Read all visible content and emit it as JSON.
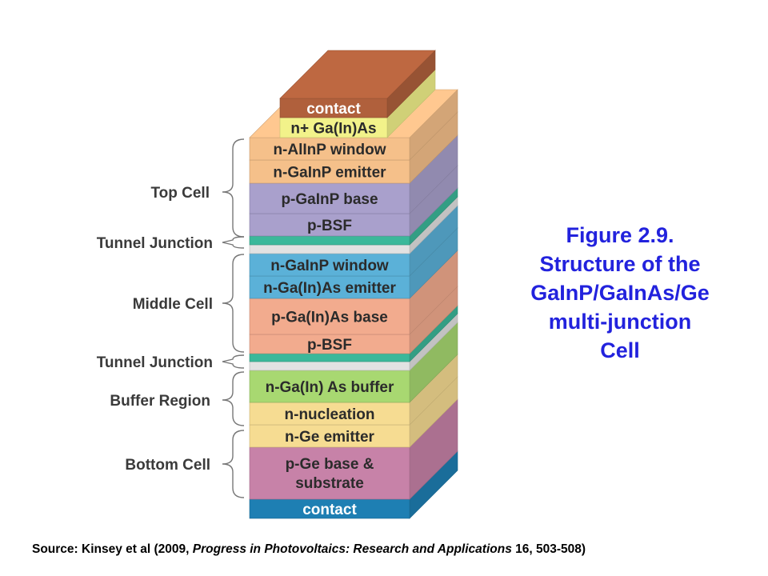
{
  "caption": {
    "line1": "Figure 2.9.",
    "line2": "Structure of the",
    "line3": "GaInP/GaInAs/Ge",
    "line4": "multi-junction",
    "line5": "Cell"
  },
  "source": {
    "prefix": "Source: Kinsey et al (2009, ",
    "journal": "Progress in Photovoltaics: Research and Applications",
    "suffix": " 16, 503-508)"
  },
  "layers": [
    {
      "label": "contact",
      "color": "#b0603c"
    },
    {
      "label": "n+ Ga(In)As",
      "color": "#f2f28a"
    },
    {
      "label": "n-AlInP window",
      "color": "#f5c08a"
    },
    {
      "label": "n-GaInP emitter",
      "color": "#f5c08a"
    },
    {
      "label": "p-GaInP base",
      "color": "#a9a0cc"
    },
    {
      "label": "p-BSF",
      "color": "#a9a0cc"
    },
    {
      "label": "",
      "color": "#3bb89a"
    },
    {
      "label": "",
      "color": "#e2e2e2"
    },
    {
      "label": "n-GaInP window",
      "color": "#5bb1d8"
    },
    {
      "label": "n-Ga(In)As emitter",
      "color": "#5bb1d8"
    },
    {
      "label": "p-Ga(In)As base",
      "color": "#f2ab8e"
    },
    {
      "label": "p-BSF",
      "color": "#f2ab8e"
    },
    {
      "label": "",
      "color": "#3bb89a"
    },
    {
      "label": "",
      "color": "#e2e2e2"
    },
    {
      "label": "n-Ga(In) As buffer",
      "color": "#a8d871"
    },
    {
      "label": "n-nucleation",
      "color": "#f6dc92"
    },
    {
      "label": "n-Ge emitter",
      "color": "#f6dc92"
    },
    {
      "label": "p-Ge base &",
      "label2": "substrate",
      "color": "#c782a8"
    },
    {
      "label": "contact",
      "color": "#1e7fb3"
    }
  ],
  "groups": [
    {
      "label": "Top Cell"
    },
    {
      "label": "Tunnel Junction"
    },
    {
      "label": "Middle Cell"
    },
    {
      "label": "Tunnel Junction"
    },
    {
      "label": "Buffer Region"
    },
    {
      "label": "Bottom Cell"
    }
  ]
}
